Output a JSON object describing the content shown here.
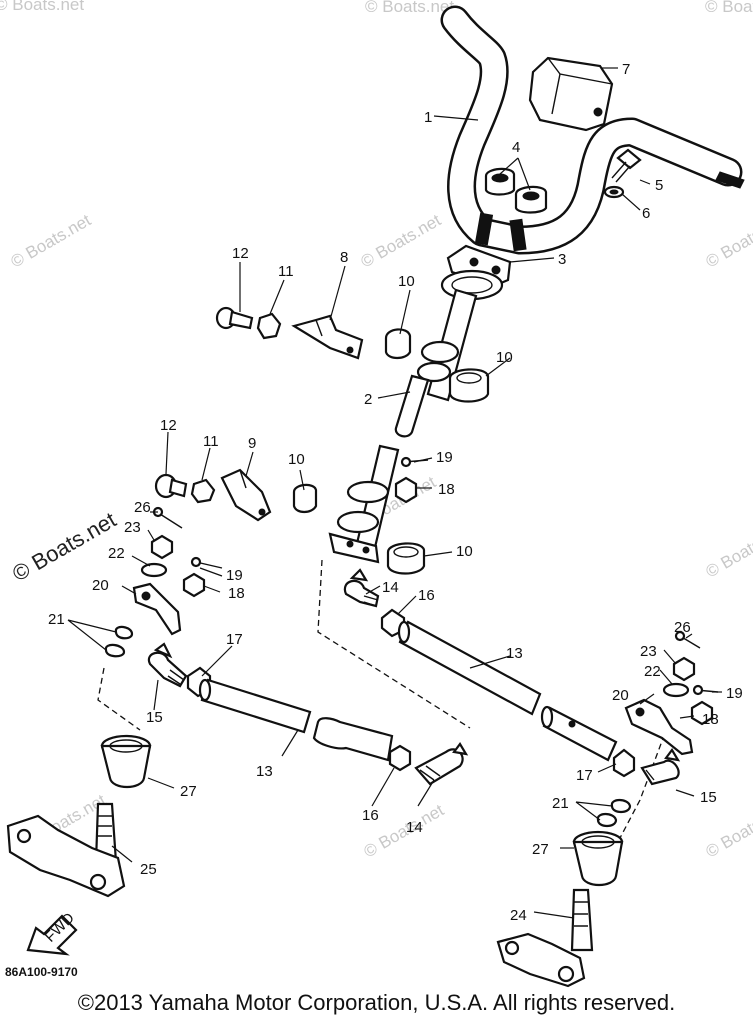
{
  "watermark": "© Boats.net",
  "callouts": [
    "1",
    "2",
    "3",
    "4",
    "5",
    "6",
    "7",
    "8",
    "9",
    "10",
    "11",
    "12",
    "13",
    "14",
    "15",
    "16",
    "17",
    "18",
    "19",
    "20",
    "21",
    "22",
    "23",
    "24",
    "25",
    "26",
    "27"
  ],
  "fwd_label": "FWD",
  "part_code": "86A100-9170",
  "footer": "©2013 Yamaha Motor Corporation, U.S.A. All rights reserved."
}
